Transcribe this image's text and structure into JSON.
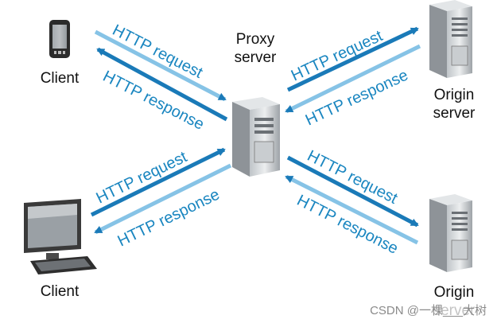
{
  "nodes": {
    "client_top": "Client",
    "client_bottom": "Client",
    "proxy": "Proxy\nserver",
    "origin_top": "Origin\nserver",
    "origin_bottom": "Origin\nserver"
  },
  "messages": {
    "req_client_top": "HTTP request",
    "resp_client_top": "HTTP response",
    "req_client_bottom": "HTTP request",
    "resp_client_bottom": "HTTP response",
    "req_origin_top": "HTTP request",
    "resp_origin_top": "HTTP response",
    "req_origin_bottom": "HTTP request",
    "resp_origin_bottom": "HTTP response"
  },
  "colors": {
    "request_arrow": "#1a7ab8",
    "response_arrow": "#86c3e6",
    "text": "#1a86c0"
  },
  "watermark": "CSDN @一棵___大树"
}
